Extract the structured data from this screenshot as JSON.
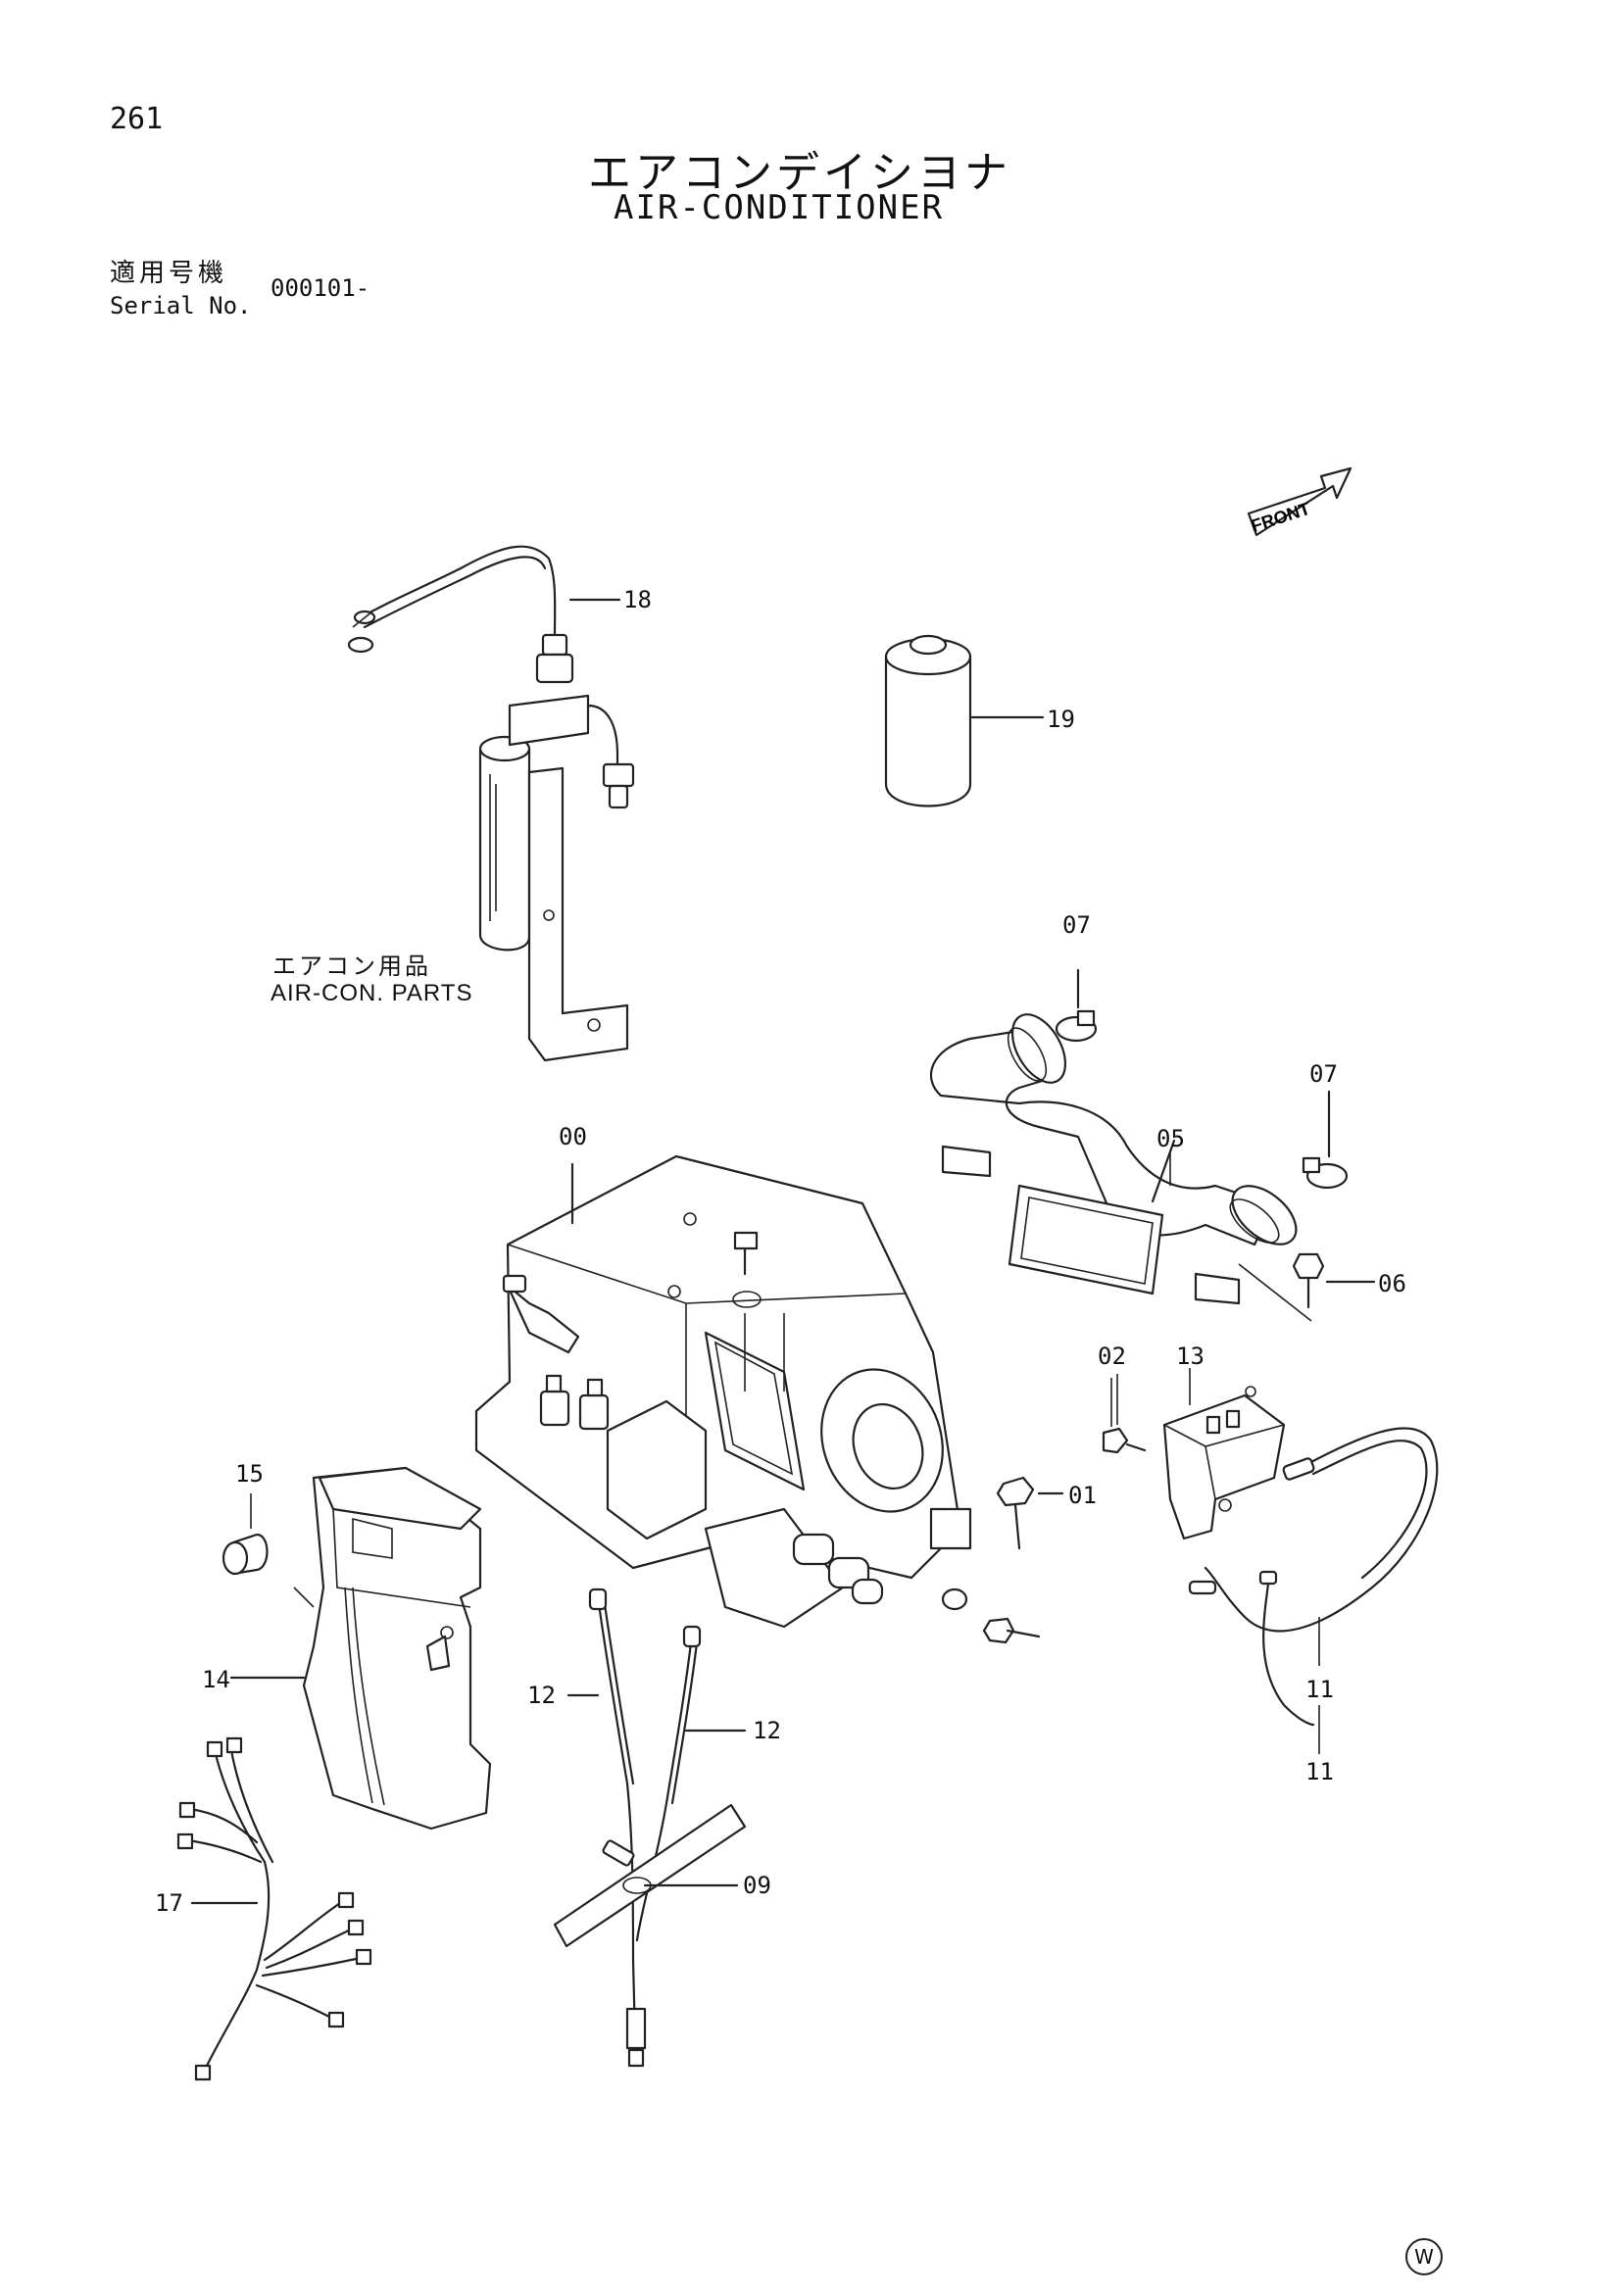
{
  "page": {
    "number": "261",
    "title_jp": "エアコンデイシヨナ",
    "title_en": "AIR-CONDITIONER"
  },
  "serial": {
    "label_jp": "適用号機",
    "label_en": "Serial No.",
    "value": "000101-"
  },
  "note": {
    "jp": "エアコン用品",
    "en": "AIR-CON. PARTS"
  },
  "front_arrow": {
    "label": "FRONT"
  },
  "callouts": {
    "c18": "18",
    "c19": "19",
    "c07a": "07",
    "c07b": "07",
    "c00": "00",
    "c05": "05",
    "c06": "06",
    "c02": "02",
    "c13": "13",
    "c01": "01",
    "c15": "15",
    "c14": "14",
    "c12a": "12",
    "c12b": "12",
    "c11a": "11",
    "c11b": "11",
    "c09": "09",
    "c17": "17"
  },
  "brand": "W"
}
